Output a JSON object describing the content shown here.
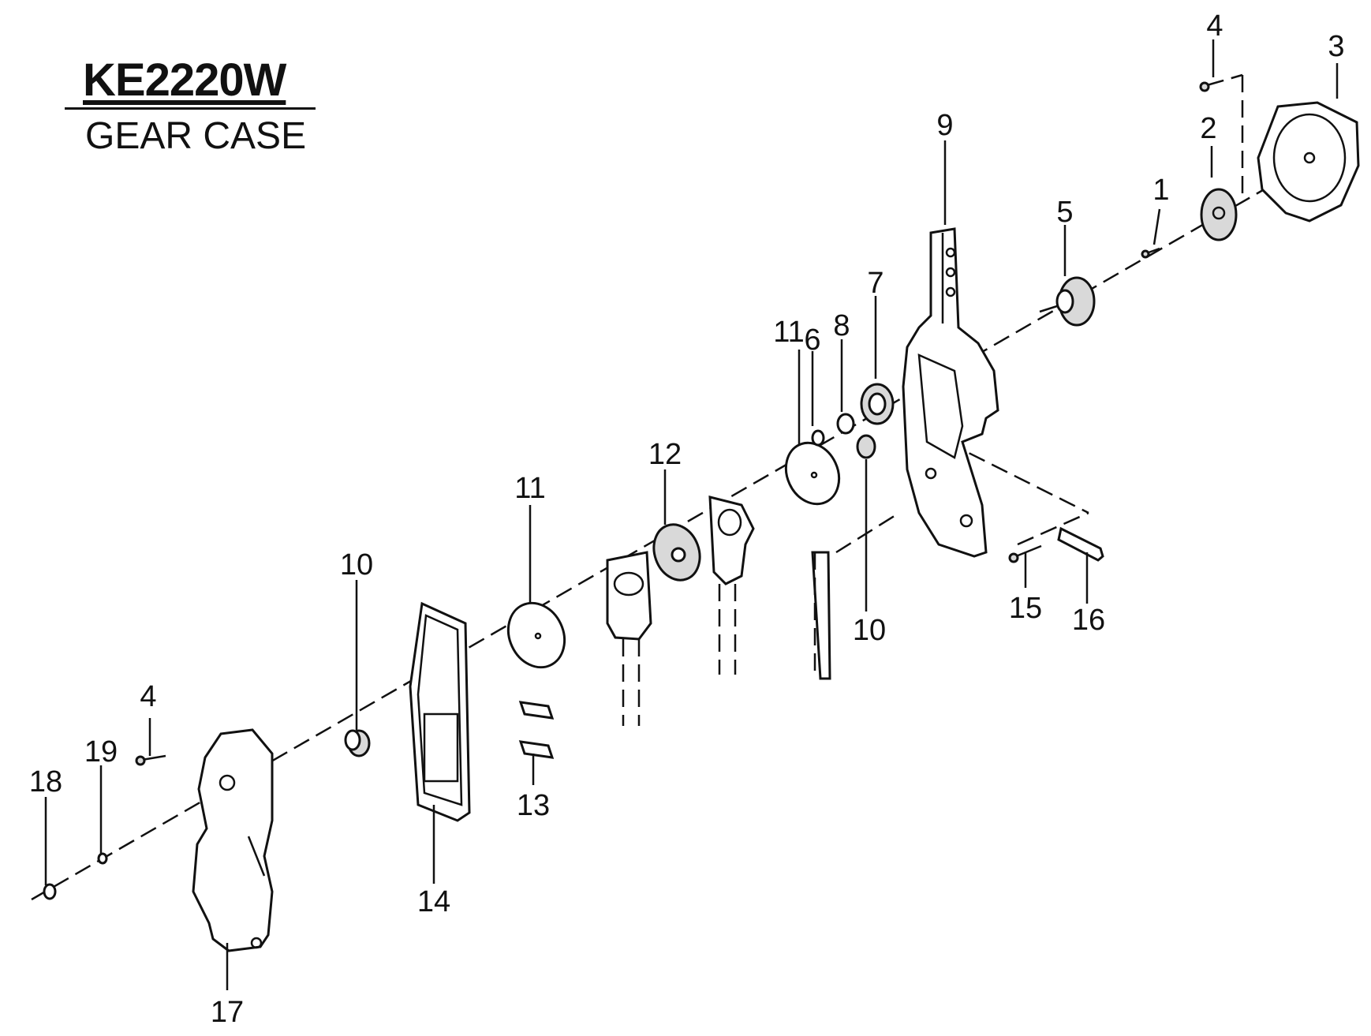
{
  "header": {
    "model": "KE2220W",
    "section": "GEAR CASE"
  },
  "callouts": [
    {
      "id": "c1",
      "label": "1"
    },
    {
      "id": "c2",
      "label": "2"
    },
    {
      "id": "c3",
      "label": "3"
    },
    {
      "id": "c4a",
      "label": "4"
    },
    {
      "id": "c4b",
      "label": "4"
    },
    {
      "id": "c5",
      "label": "5"
    },
    {
      "id": "c6",
      "label": "6"
    },
    {
      "id": "c7",
      "label": "7"
    },
    {
      "id": "c8",
      "label": "8"
    },
    {
      "id": "c9",
      "label": "9"
    },
    {
      "id": "c10a",
      "label": "10"
    },
    {
      "id": "c10b",
      "label": "10"
    },
    {
      "id": "c11a",
      "label": "11"
    },
    {
      "id": "c11b",
      "label": "11"
    },
    {
      "id": "c12",
      "label": "12"
    },
    {
      "id": "c13",
      "label": "13"
    },
    {
      "id": "c14",
      "label": "14"
    },
    {
      "id": "c15",
      "label": "15"
    },
    {
      "id": "c16",
      "label": "16"
    },
    {
      "id": "c17",
      "label": "17"
    },
    {
      "id": "c18",
      "label": "18"
    },
    {
      "id": "c19",
      "label": "19"
    }
  ]
}
